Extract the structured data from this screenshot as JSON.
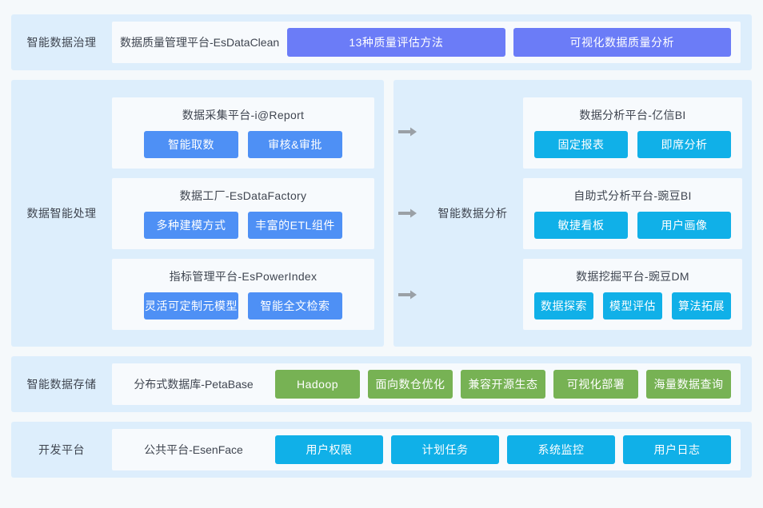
{
  "sections": [
    {
      "id": "governance",
      "label": "智能数据治理",
      "platform": "数据质量管理平台-EsDataClean",
      "chip_color": "#6b7cf7",
      "chips": [
        "13种质量评估方法",
        "可视化数据质量分析"
      ]
    },
    {
      "id": "processing",
      "label": "数据智能处理",
      "cards": [
        {
          "title": "数据采集平台-i@Report",
          "chips": [
            "智能取数",
            "审核&审批"
          ]
        },
        {
          "title": "数据工厂-EsDataFactory",
          "chips": [
            "多种建模方式",
            "丰富的ETL组件"
          ]
        },
        {
          "title": "指标管理平台-EsPowerIndex",
          "chips": [
            "灵活可定制元模型",
            "智能全文检索"
          ]
        }
      ],
      "chip_color": "#4e90f5"
    },
    {
      "id": "analysis",
      "label": "智能数据分析",
      "cards": [
        {
          "title": "数据分析平台-亿信BI",
          "chips": [
            "固定报表",
            "即席分析"
          ]
        },
        {
          "title": "自助式分析平台-豌豆BI",
          "chips": [
            "敏捷看板",
            "用户画像"
          ]
        },
        {
          "title": "数据挖掘平台-豌豆DM",
          "chips": [
            "数据探索",
            "模型评估",
            "算法拓展"
          ]
        }
      ],
      "chip_color": "#10b0e8"
    },
    {
      "id": "storage",
      "label": "智能数据存储",
      "platform": "分布式数据库-PetaBase",
      "chip_color": "#77b254",
      "chips": [
        "Hadoop",
        "面向数仓优化",
        "兼容开源生态",
        "可视化部署",
        "海量数据查询"
      ]
    },
    {
      "id": "devplatform",
      "label": "开发平台",
      "platform": "公共平台-EsenFace",
      "chip_color": "#10b0e8",
      "chips": [
        "用户权限",
        "计划任务",
        "系统监控",
        "用户日志"
      ]
    }
  ],
  "arrows": {
    "icon": "arrow-right-icon",
    "color": "#9aa0a6",
    "count": 3
  },
  "palette": {
    "page_background": "#f5f9fb",
    "band_background": "#ddeefc",
    "card_background": "#f7fafd",
    "text": "#3f4550",
    "purple": "#6b7cf7",
    "blue": "#4e90f5",
    "cyan": "#10b0e8",
    "green": "#77b254"
  }
}
